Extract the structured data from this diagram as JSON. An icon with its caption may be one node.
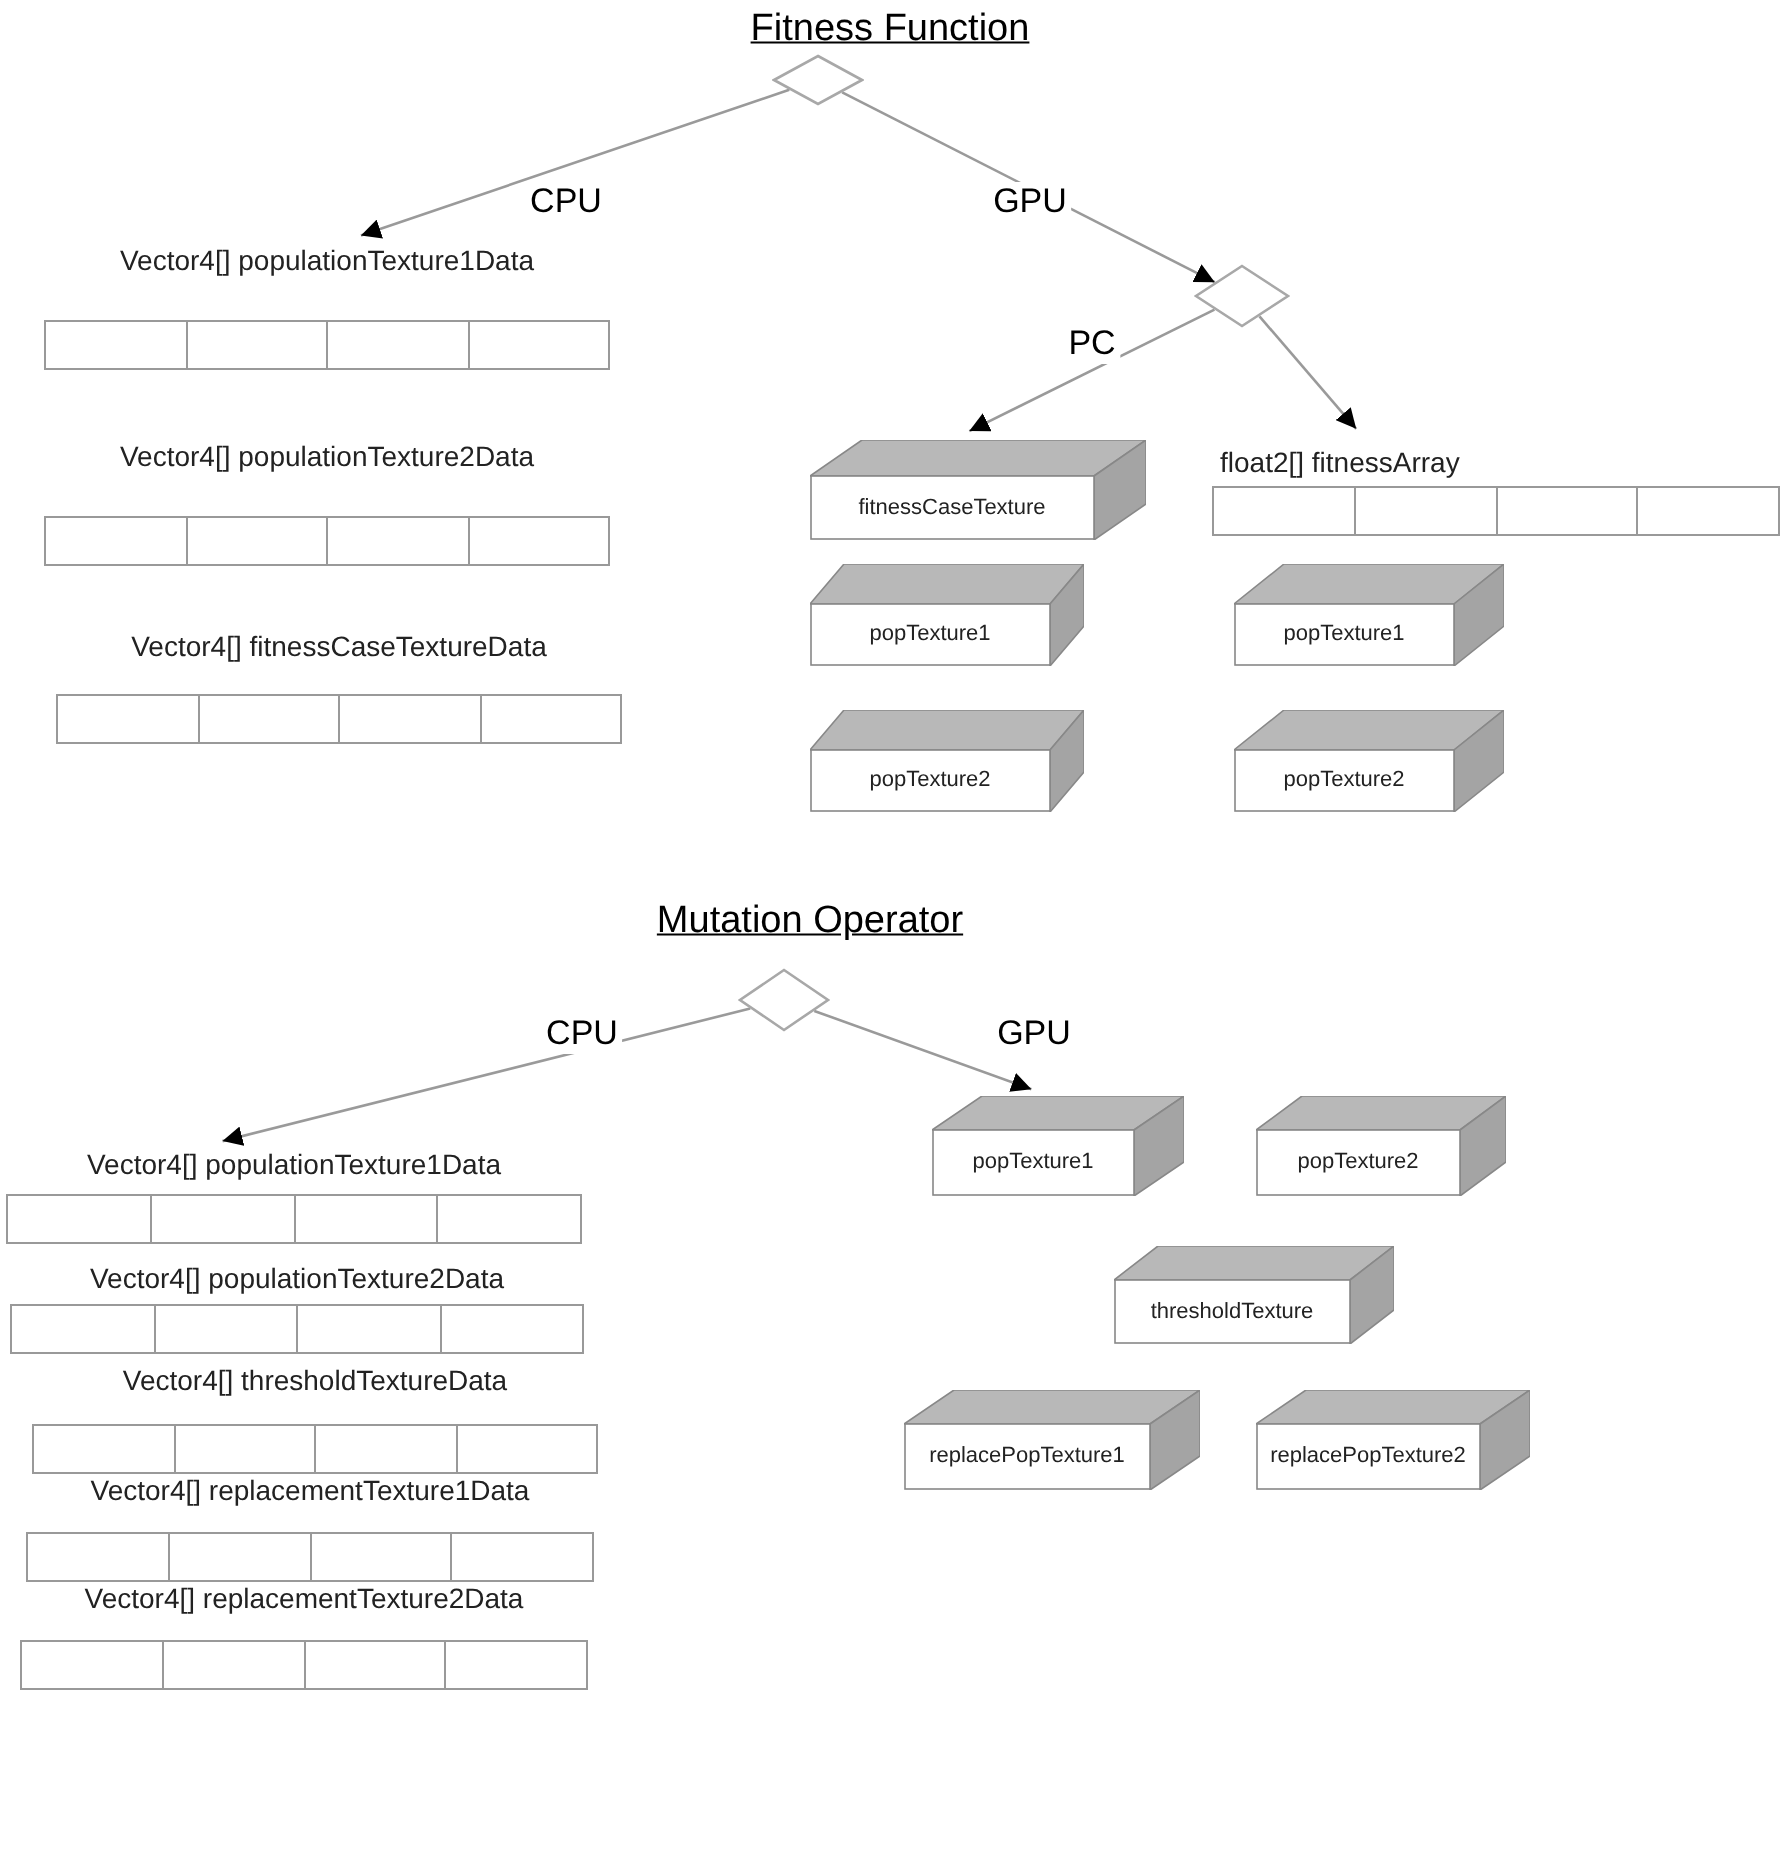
{
  "diagram": {
    "nodes": [
      {
        "text": [],
        "shape": "diamond"
      },
      {
        "text": [
          "Vector4[] populationTexture1Data"
        ]
      },
      {
        "text": [
          "Vector4[] populationTexture2Data"
        ]
      },
      {
        "text": [
          "Vector4[] fitnessCaseTextureData"
        ]
      },
      {
        "text": [],
        "shape": "diamond"
      },
      {
        "text": [
          "fitnessCaseTexture"
        ]
      },
      {
        "text": [
          "float2[] fitnessArray"
        ]
      },
      {
        "text": [
          "popTexture1"
        ]
      },
      {
        "text": [
          "popTexture1"
        ]
      },
      {
        "text": [
          "popTexture2"
        ]
      },
      {
        "text": [
          "popTexture2"
        ]
      },
      {
        "text": [],
        "shape": "diamond"
      },
      {
        "text": [
          "Vector4[] populationTexture1Data"
        ]
      },
      {
        "text": [
          "Vector4[] populationTexture2Data"
        ]
      },
      {
        "text": [
          "Vector4[] thresholdTextureData"
        ]
      },
      {
        "text": [
          "Vector4[] replacementTexture1Data"
        ]
      },
      {
        "text": [
          "Vector4[] replacementTexture2Data"
        ]
      },
      {
        "text": [
          "popTexture1"
        ]
      },
      {
        "text": [
          "popTexture2"
        ]
      },
      {
        "text": [
          "thresholdTexture"
        ]
      },
      {
        "text": [
          "replacePopTexture1"
        ]
      },
      {
        "text": [
          "replacePopTexture2"
        ]
      }
    ],
    "edges": [
      {
        "from": 0,
        "to": 1,
        "arrow": "to",
        "label": "CPU"
      },
      {
        "from": 0,
        "to": 4,
        "arrow": "to",
        "label": "GPU"
      },
      {
        "from": 4,
        "to": 5,
        "arrow": "to",
        "label": "PC"
      },
      {
        "from": 4,
        "to": 6,
        "arrow": "to"
      },
      {
        "from": 11,
        "to": 12,
        "arrow": "to",
        "label": "CPU"
      },
      {
        "from": 11,
        "to": 17,
        "arrow": "to",
        "label": "GPU"
      }
    ],
    "labels": [
      "Fitness Function",
      "Mutation Operator"
    ]
  }
}
